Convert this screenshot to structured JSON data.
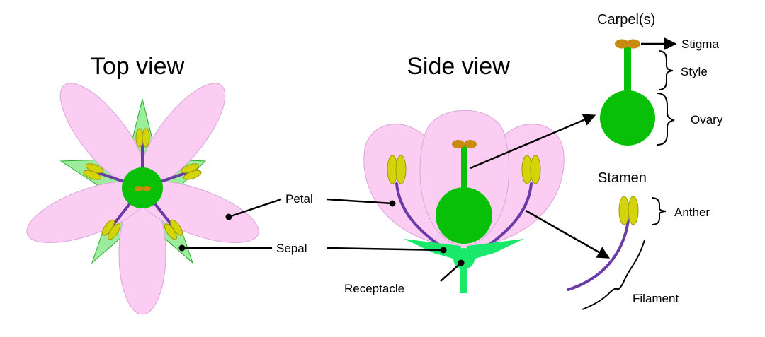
{
  "titles": {
    "top_view": "Top view",
    "side_view": "Side view"
  },
  "sections": {
    "carpels": "Carpel(s)",
    "stamen": "Stamen"
  },
  "labels": {
    "petal": "Petal",
    "sepal": "Sepal",
    "receptacle": "Receptacle",
    "stigma": "Stigma",
    "style": "Style",
    "ovary": "Ovary",
    "anther": "Anther",
    "filament": "Filament"
  },
  "colors": {
    "petal": "#fbcdf3",
    "sepal": "#9cec9c",
    "ovary": "#08c008",
    "anther": "#d4d40b",
    "stigma": "#c98a10",
    "filament": "#6a3aa8",
    "receptacle": "#19e86a"
  }
}
